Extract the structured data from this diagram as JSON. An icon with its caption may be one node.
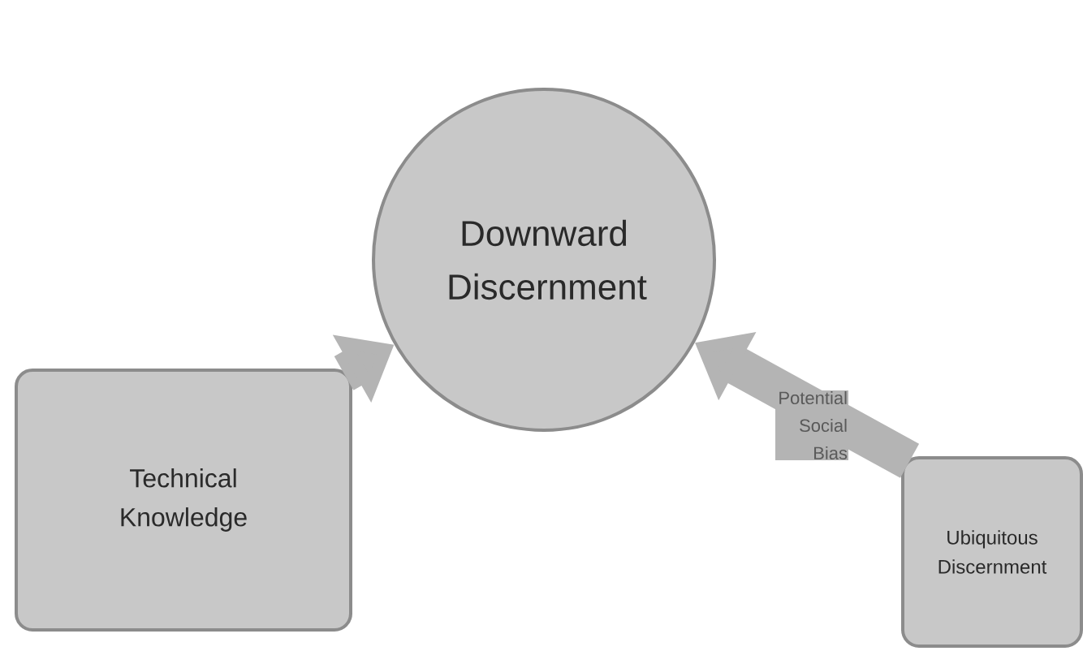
{
  "diagram": {
    "nodes": [
      {
        "text": [
          "Downward Discernment"
        ]
      },
      {
        "text": [
          "Technical Knowledge"
        ]
      },
      {
        "text": [
          "Ubiquitous Discernment"
        ]
      }
    ],
    "edges": [
      {
        "from": 1,
        "to": 0,
        "arrow": "to"
      },
      {
        "from": 2,
        "to": 0,
        "arrow": "to",
        "label": "Potential Social Bias"
      }
    ]
  }
}
